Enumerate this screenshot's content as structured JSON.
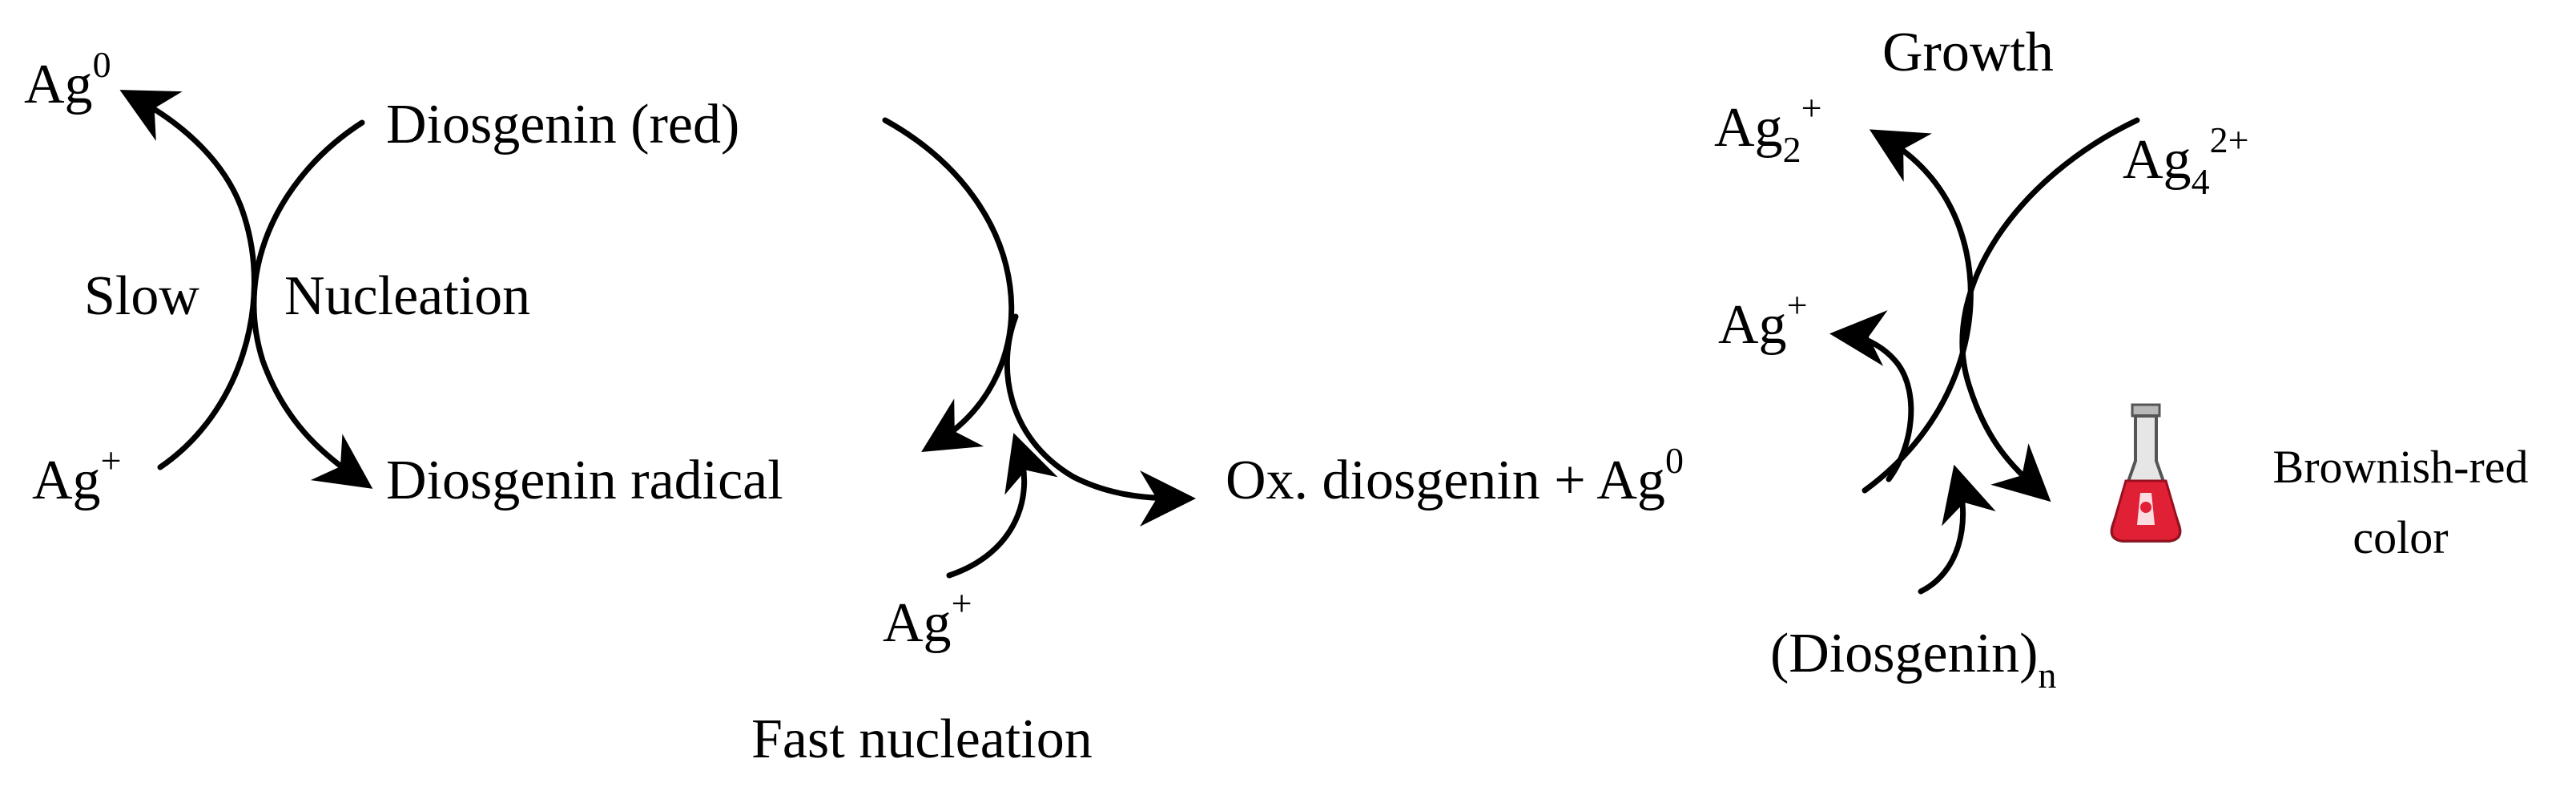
{
  "left_cycle": {
    "ag0": {
      "base": "Ag",
      "sup": "0"
    },
    "ag_plus": {
      "base": "Ag",
      "sup": "+"
    },
    "slow": "Slow",
    "nucleation": "Nucleation",
    "diosgenin_red": "Diosgenin (red)",
    "diosgenin_radical": "Diosgenin radical"
  },
  "middle": {
    "ag_plus": {
      "base": "Ag",
      "sup": "+"
    },
    "fast_nucleation": "Fast nucleation",
    "product": {
      "text": "Ox. diosgenin + Ag",
      "sup": "0"
    }
  },
  "right_cycle": {
    "growth": "Growth",
    "ag2": {
      "base": "Ag",
      "sub": "2",
      "sup": "+"
    },
    "ag4": {
      "base": "Ag",
      "sub": "4",
      "sup": "2+"
    },
    "ag_plus": {
      "base": "Ag",
      "sup": "+"
    },
    "diosgenin_n": {
      "base": "(Diosgenin)",
      "sub": "n"
    },
    "result_line1": "Brownish-red",
    "result_line2": "color"
  },
  "colors": {
    "ink": "#000000",
    "flask_liquid": "#e02035",
    "flask_glass": "#d8d8d8"
  },
  "icons": [
    "flask-icon"
  ]
}
